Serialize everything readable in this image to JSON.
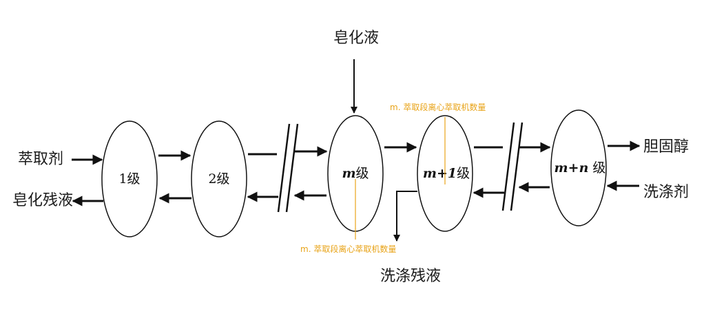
{
  "diagram": {
    "top_input": "皂化液",
    "left_inputs": {
      "extractant": "萃取剂",
      "saponification_residue": "皂化残液"
    },
    "right_outputs": {
      "cholesterol": "胆固醇",
      "detergent": "洗涤剂"
    },
    "bottom_output": "洗涤残液",
    "stages": [
      {
        "id": "stage-1",
        "prefix": "1",
        "prefix_italic": false,
        "suffix": "级"
      },
      {
        "id": "stage-2",
        "prefix": "2",
        "prefix_italic": false,
        "suffix": "级"
      },
      {
        "id": "stage-m",
        "prefix": "m",
        "prefix_italic": true,
        "suffix": "级"
      },
      {
        "id": "stage-m-plus-1",
        "prefix": "m+1",
        "prefix_italic": true,
        "suffix": "级"
      },
      {
        "id": "stage-m-plus-n",
        "prefix": "m+n",
        "prefix_italic": true,
        "suffix": " 级"
      }
    ],
    "callouts": [
      {
        "text": "m. 萃取段离心萃取机数量"
      },
      {
        "text": "m. 萃取段离心萃取机数量"
      }
    ],
    "colors": {
      "ink": "#111111",
      "callout": "#e8a317"
    }
  }
}
